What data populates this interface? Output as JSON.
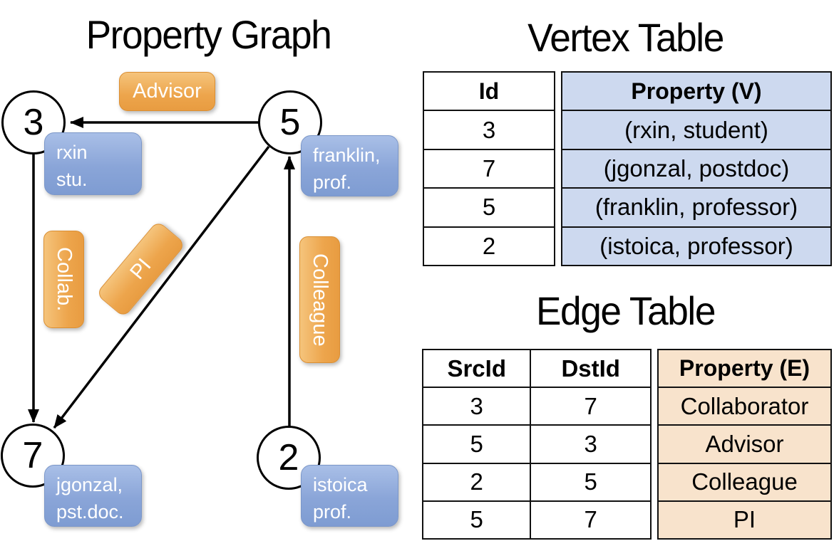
{
  "colors": {
    "edge-label-orange": "#eda54c",
    "vertex-card-blue": "#8aa5d8",
    "card-blue-light": "#a9bfe7",
    "vertex-table-fill": "#cdd9ef",
    "edge-table-fill": "#f8e3cc"
  },
  "graph": {
    "title": "Property Graph",
    "vertices": [
      {
        "id": "3",
        "line1": "rxin",
        "line2": "stu."
      },
      {
        "id": "5",
        "line1": "franklin,",
        "line2": "prof."
      },
      {
        "id": "7",
        "line1": "jgonzal,",
        "line2": "pst.doc."
      },
      {
        "id": "2",
        "line1": "istoica",
        "line2": "prof."
      }
    ],
    "edge_labels": {
      "advisor": "Advisor",
      "collab": "Collab.",
      "pi": "PI",
      "colleague": "Colleague"
    }
  },
  "vertex_table": {
    "title": "Vertex Table",
    "col_id": "Id",
    "col_property": "Property (V)",
    "rows": [
      {
        "id": "3",
        "property": "(rxin, student)"
      },
      {
        "id": "7",
        "property": "(jgonzal, postdoc)"
      },
      {
        "id": "5",
        "property": "(franklin, professor)"
      },
      {
        "id": "2",
        "property": "(istoica, professor)"
      }
    ]
  },
  "edge_table": {
    "title": "Edge Table",
    "col_src": "SrcId",
    "col_dst": "DstId",
    "col_property": "Property (E)",
    "rows": [
      {
        "src": "3",
        "dst": "7",
        "property": "Collaborator"
      },
      {
        "src": "5",
        "dst": "3",
        "property": "Advisor"
      },
      {
        "src": "2",
        "dst": "5",
        "property": "Colleague"
      },
      {
        "src": "5",
        "dst": "7",
        "property": "PI"
      }
    ]
  }
}
